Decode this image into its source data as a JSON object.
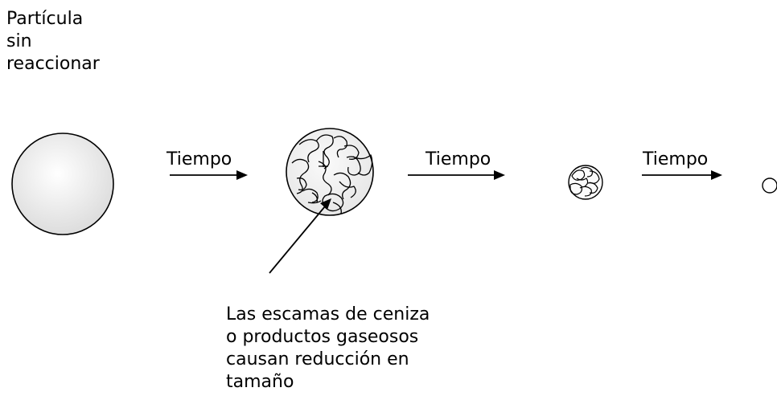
{
  "diagram": {
    "initial_label": "Partícula\nsin\nreaccionar",
    "step_labels": [
      "Tiempo",
      "Tiempo",
      "Tiempo"
    ],
    "annotation": "Las escamas de ceniza\no productos gaseosos\ncausan reducción en\ntamaño"
  }
}
